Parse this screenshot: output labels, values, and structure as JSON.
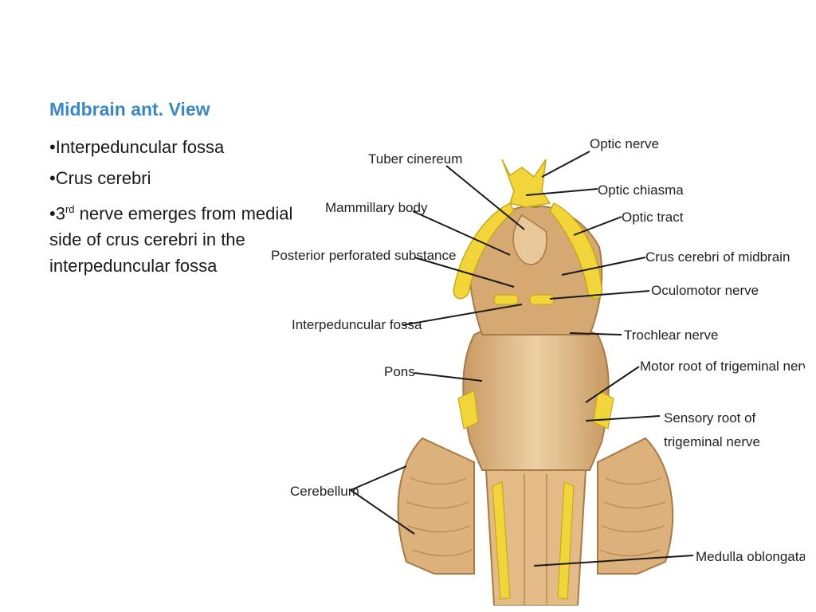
{
  "slide": {
    "title": "Midbrain ant. View",
    "bullets": [
      {
        "marker": "•",
        "text": "Interpeduncular fossa"
      },
      {
        "marker": "•",
        "text": "Crus cerebri"
      },
      {
        "marker": "•",
        "pre": "3",
        "sup": "rd",
        "text": " nerve emerges from medial side of crus cerebri in the interpeduncular fossa"
      }
    ]
  },
  "figure": {
    "labels": {
      "optic_nerve": "Optic nerve",
      "tuber_cinereum": "Tuber cinereum",
      "optic_chiasma": "Optic chiasma",
      "mammillary_body": "Mammillary body",
      "optic_tract": "Optic tract",
      "posterior_perforated_substance": "Posterior perforated substance",
      "crus_cerebri_of_midbrain": "Crus cerebri of midbrain",
      "oculomotor_nerve": "Oculomotor nerve",
      "interpeduncular_fossa": "Interpeduncular fossa",
      "trochlear_nerve": "Trochlear nerve",
      "pons": "Pons",
      "motor_root_trigeminal": "Motor root of trigeminal nerve",
      "sensory_root_line1": "Sensory root of",
      "sensory_root_line2": "trigeminal nerve",
      "cerebellum": "Cerebellum",
      "medulla_oblongata": "Medulla oblongata"
    },
    "colors": {
      "nerve_yellow": "#f1d53a",
      "tissue_tan": "#e3bf8c",
      "tissue_shadow": "#c99a63",
      "title_blue": "#3a87c4"
    }
  }
}
